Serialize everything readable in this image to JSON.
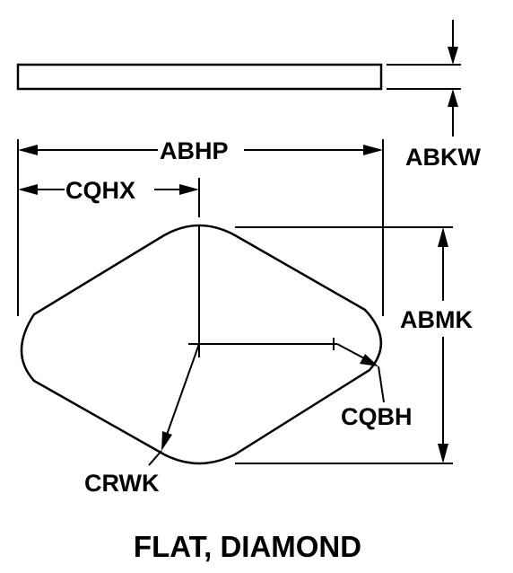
{
  "labels": {
    "abhp": "ABHP",
    "abkw": "ABKW",
    "cqhx": "CQHX",
    "abmk": "ABMK",
    "cqbh": "CQBH",
    "crwk": "CRWK"
  },
  "title": "FLAT, DIAMOND",
  "colors": {
    "ink": "#000000",
    "background": "#ffffff"
  }
}
